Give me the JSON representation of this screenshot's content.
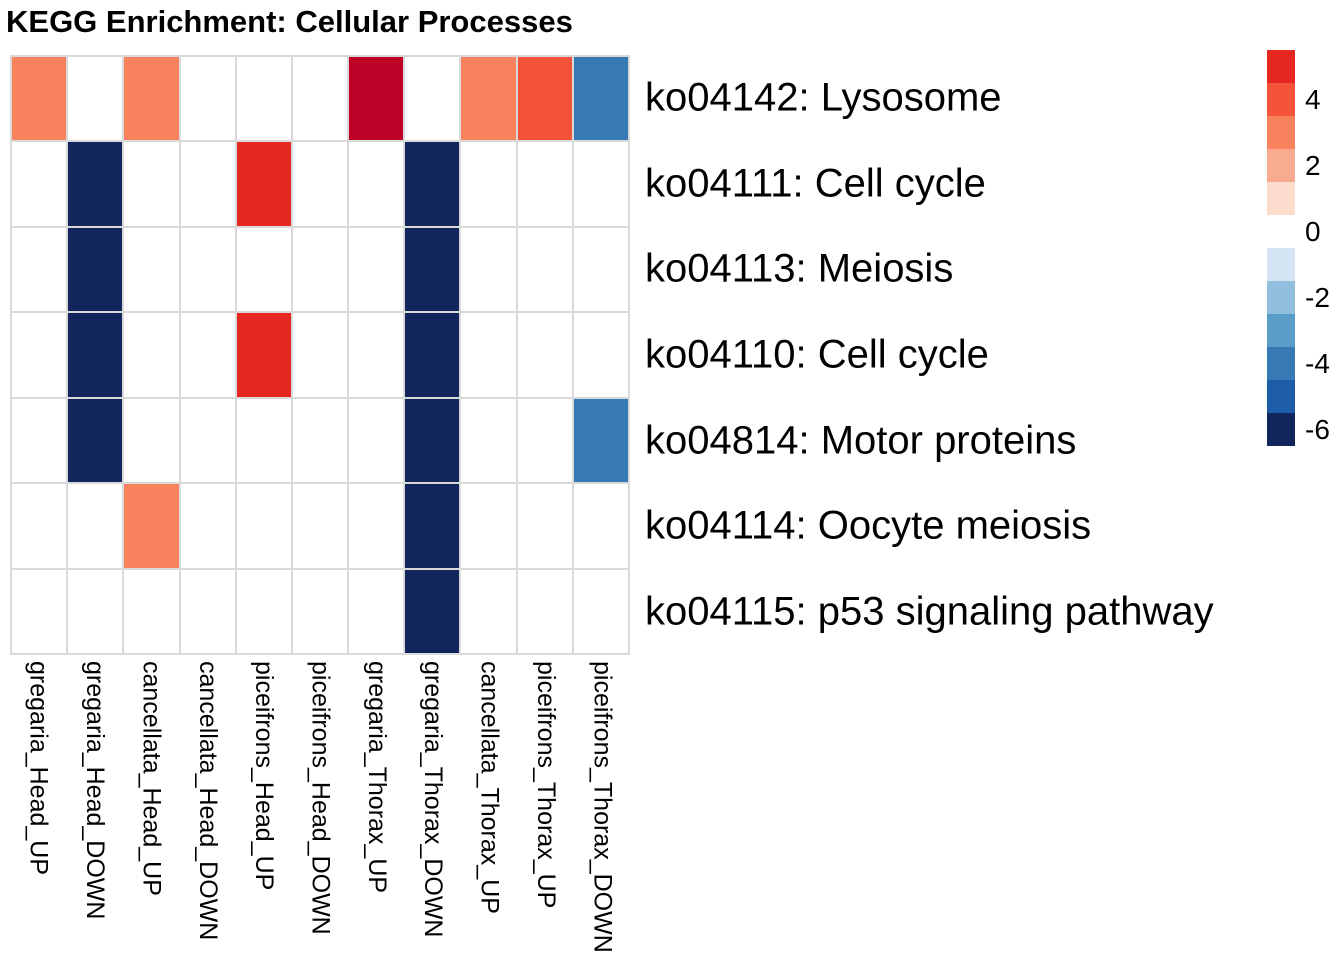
{
  "title": "KEGG Enrichment: Cellular Processes",
  "chart_data": {
    "type": "heatmap",
    "title": "KEGG Enrichment: Cellular Processes",
    "columns": [
      "gregaria_Head_UP",
      "gregaria_Head_DOWN",
      "cancellata_Head_UP",
      "cancellata_Head_DOWN",
      "piceifrons_Head_UP",
      "piceifrons_Head_DOWN",
      "gregaria_Thorax_UP",
      "gregaria_Thorax_DOWN",
      "cancellata_Thorax_UP",
      "piceifrons_Thorax_UP",
      "piceifrons_Thorax_DOWN"
    ],
    "rows": [
      "ko04142: Lysosome",
      "ko04111: Cell cycle",
      "ko04113: Meiosis",
      "ko04110: Cell cycle",
      "ko04814: Motor proteins",
      "ko04114: Oocyte meiosis",
      "ko04115: p53 signaling pathway"
    ],
    "values": [
      [
        3,
        null,
        3,
        null,
        null,
        null,
        6,
        null,
        3,
        4,
        -4
      ],
      [
        null,
        -6,
        null,
        null,
        5,
        null,
        null,
        -6,
        null,
        null,
        null
      ],
      [
        null,
        -6,
        null,
        null,
        null,
        null,
        null,
        -6,
        null,
        null,
        null
      ],
      [
        null,
        -6,
        null,
        null,
        5,
        null,
        null,
        -6,
        null,
        null,
        null
      ],
      [
        null,
        -6,
        null,
        null,
        null,
        null,
        null,
        -6,
        null,
        null,
        -4
      ],
      [
        null,
        null,
        3,
        null,
        null,
        null,
        null,
        -6,
        null,
        null,
        null
      ],
      [
        null,
        null,
        null,
        null,
        null,
        null,
        null,
        -6,
        null,
        null,
        null
      ]
    ],
    "colormap": {
      "6": "#bd0026",
      "5": "#e62621",
      "4": "#f5533a",
      "3": "#f8825e",
      "2": "#f9ab90",
      "1": "#fcdccd",
      "0": "#ffffff",
      "-1": "#d4e4f3",
      "-2": "#92bfdd",
      "-3": "#5b9dc9",
      "-4": "#3779b5",
      "-5": "#1d5ca6",
      "-6": "#12255c",
      "null": "#ffffff"
    },
    "grid_line_color": "#d9d9d9",
    "axis_ranges": {
      "value_min": -6,
      "value_max": 6
    },
    "legend": {
      "position": "right",
      "tick_labels": [
        "4",
        "2",
        "0",
        "-2",
        "-4",
        "-6"
      ],
      "steps": [
        {
          "value": 5,
          "color": "#e62621",
          "label": ""
        },
        {
          "value": 4,
          "color": "#f5533a",
          "label": "4"
        },
        {
          "value": 3,
          "color": "#f8825e",
          "label": ""
        },
        {
          "value": 2,
          "color": "#f9ab90",
          "label": "2"
        },
        {
          "value": 1,
          "color": "#fcdccd",
          "label": ""
        },
        {
          "value": 0,
          "color": "#ffffff",
          "label": "0"
        },
        {
          "value": -1,
          "color": "#d4e4f3",
          "label": ""
        },
        {
          "value": -2,
          "color": "#92bfdd",
          "label": "-2"
        },
        {
          "value": -3,
          "color": "#5b9dc9",
          "label": ""
        },
        {
          "value": -4,
          "color": "#3779b5",
          "label": "-4"
        },
        {
          "value": -5,
          "color": "#1d5ca6",
          "label": ""
        },
        {
          "value": -6,
          "color": "#12255c",
          "label": "-6"
        }
      ]
    }
  }
}
